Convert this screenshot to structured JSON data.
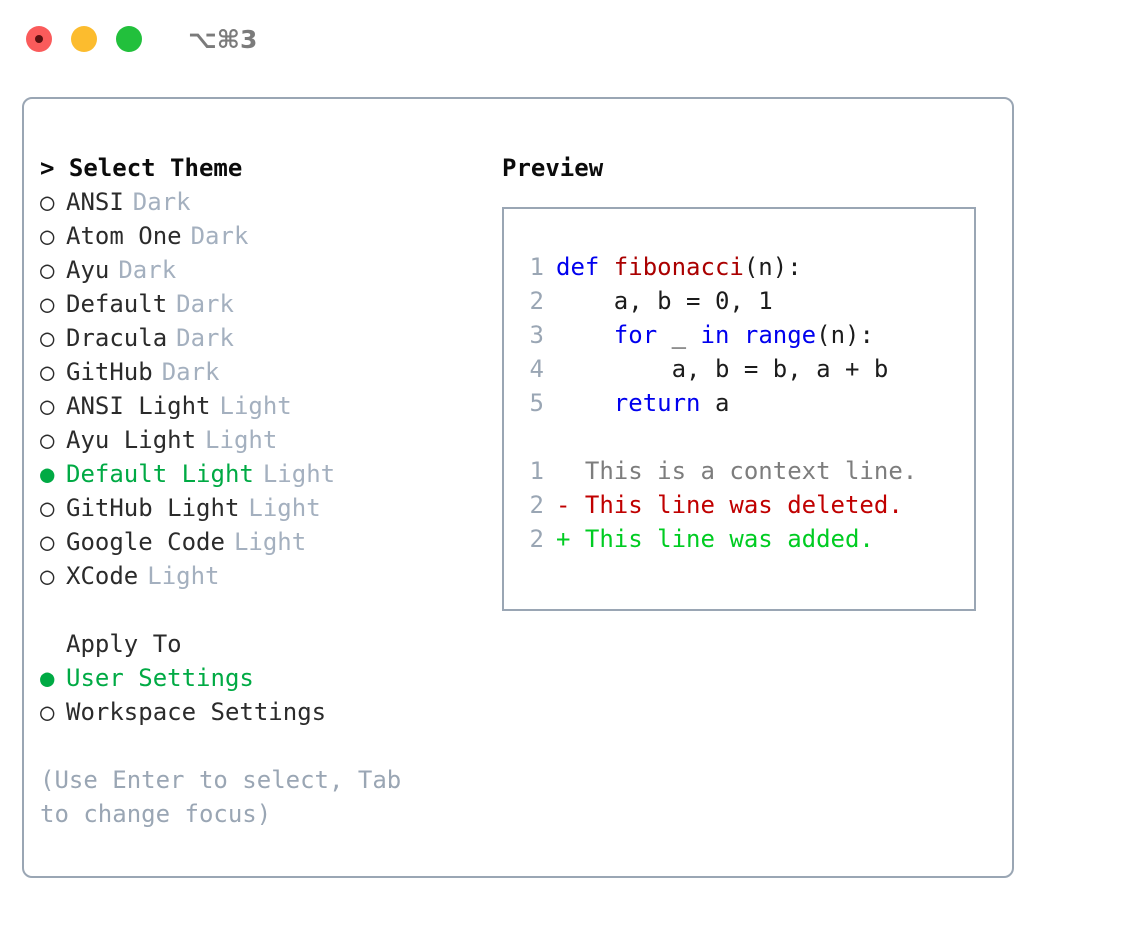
{
  "titlebar": {
    "shortcut": "⌥⌘3",
    "lights": [
      {
        "name": "close",
        "color": "#fa5b5b"
      },
      {
        "name": "minimize",
        "color": "#fcbc2e"
      },
      {
        "name": "maximize",
        "color": "#22c03c"
      }
    ]
  },
  "left": {
    "prompt_title": "> Select Theme",
    "themes": [
      {
        "marker": "○",
        "name": "ANSI",
        "tag": "Dark",
        "selected": false
      },
      {
        "marker": "○",
        "name": "Atom One",
        "tag": "Dark",
        "selected": false
      },
      {
        "marker": "○",
        "name": "Ayu",
        "tag": "Dark",
        "selected": false
      },
      {
        "marker": "○",
        "name": "Default",
        "tag": "Dark",
        "selected": false
      },
      {
        "marker": "○",
        "name": "Dracula",
        "tag": "Dark",
        "selected": false
      },
      {
        "marker": "○",
        "name": "GitHub",
        "tag": "Dark",
        "selected": false
      },
      {
        "marker": "○",
        "name": "ANSI Light",
        "tag": "Light",
        "selected": false
      },
      {
        "marker": "○",
        "name": "Ayu Light",
        "tag": "Light",
        "selected": false
      },
      {
        "marker": "●",
        "name": "Default Light",
        "tag": "Light",
        "selected": true
      },
      {
        "marker": "○",
        "name": "GitHub Light",
        "tag": "Light",
        "selected": false
      },
      {
        "marker": "○",
        "name": "Google Code",
        "tag": "Light",
        "selected": false
      },
      {
        "marker": "○",
        "name": "XCode",
        "tag": "Light",
        "selected": false
      }
    ],
    "apply_to_heading": "Apply To",
    "apply_to_options": [
      {
        "marker": "●",
        "name": "User Settings",
        "selected": true
      },
      {
        "marker": "○",
        "name": "Workspace Settings",
        "selected": false
      }
    ],
    "hint": "(Use Enter to select, Tab to change focus)"
  },
  "right": {
    "preview_title": "Preview",
    "code_lines": [
      {
        "no": "1",
        "tokens": [
          {
            "t": "def ",
            "c": "kw"
          },
          {
            "t": "fibonacci",
            "c": "fn"
          },
          {
            "t": "(n):",
            "c": "pl"
          }
        ]
      },
      {
        "no": "2",
        "tokens": [
          {
            "t": "    a, b = 0, 1",
            "c": "pl"
          }
        ]
      },
      {
        "no": "3",
        "tokens": [
          {
            "t": "    ",
            "c": "pl"
          },
          {
            "t": "for",
            "c": "kw"
          },
          {
            "t": " _ ",
            "c": "pl"
          },
          {
            "t": "in",
            "c": "kw"
          },
          {
            "t": " ",
            "c": "pl"
          },
          {
            "t": "range",
            "c": "kw"
          },
          {
            "t": "(n):",
            "c": "pl"
          }
        ]
      },
      {
        "no": "4",
        "tokens": [
          {
            "t": "        a, b = b, a + b",
            "c": "pl"
          }
        ]
      },
      {
        "no": "5",
        "tokens": [
          {
            "t": "    ",
            "c": "pl"
          },
          {
            "t": "return",
            "c": "kw"
          },
          {
            "t": " a",
            "c": "pl"
          }
        ]
      }
    ],
    "diff_lines": [
      {
        "no": "1",
        "text": "  This is a context line.",
        "kind": "ctx"
      },
      {
        "no": "2",
        "text": "- This line was deleted.",
        "kind": "del"
      },
      {
        "no": "2",
        "text": "+ This line was added.",
        "kind": "add"
      }
    ]
  },
  "colors": {
    "accent_green": "#00aa44",
    "muted": "#a4b0bf",
    "border": "#9aa6b4",
    "keyword": "#0000ee",
    "function": "#aa0000",
    "diff_deleted": "#c00000",
    "diff_added": "#00cc22",
    "diff_context": "#7d7d7d"
  }
}
